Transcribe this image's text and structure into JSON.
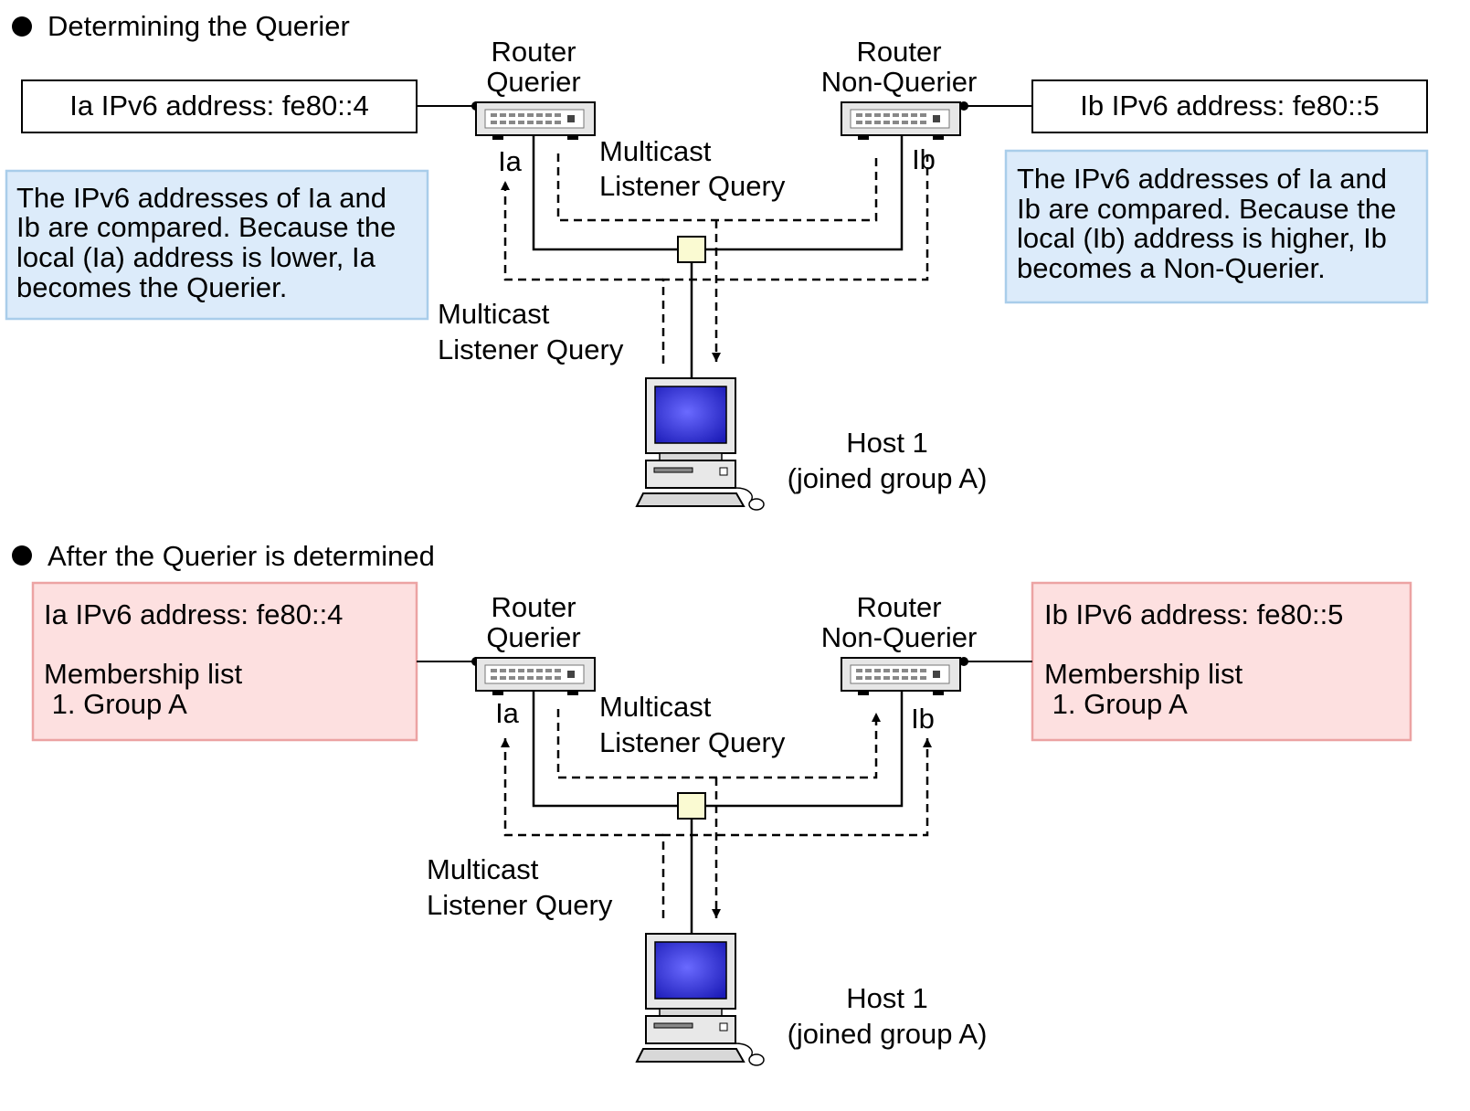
{
  "sections": [
    {
      "heading": "Determining the Querier",
      "router_a": {
        "line1": "Router",
        "line2": "Querier",
        "iface": "Ia"
      },
      "router_b": {
        "line1": "Router",
        "line2": "Non-Querier",
        "iface": "Ib"
      },
      "box_a": {
        "lines": [
          "Ia IPv6 address: fe80::4"
        ]
      },
      "box_b": {
        "lines": [
          "Ib IPv6 address: fe80::5"
        ]
      },
      "note_a": {
        "lines": [
          "The IPv6 addresses of Ia and",
          "Ib are compared. Because the",
          "local (Ia) address is lower, Ia",
          "becomes the Querier."
        ]
      },
      "note_b": {
        "lines": [
          "The IPv6 addresses of Ia and",
          "Ib are compared. Because the",
          "local (Ib) address is higher, Ib",
          "becomes a Non-Querier."
        ]
      },
      "query_label_top": [
        "Multicast",
        "Listener Query"
      ],
      "query_label_left": [
        "Multicast",
        "Listener Query"
      ],
      "host": {
        "line1": "Host 1",
        "line2": "(joined group A)"
      }
    },
    {
      "heading": "After the Querier is determined",
      "router_a": {
        "line1": "Router",
        "line2": "Querier",
        "iface": "Ia"
      },
      "router_b": {
        "line1": "Router",
        "line2": "Non-Querier",
        "iface": "Ib"
      },
      "box_a": {
        "lines": [
          "Ia IPv6 address: fe80::4",
          "",
          "Membership list",
          " 1. Group A"
        ]
      },
      "box_b": {
        "lines": [
          "Ib IPv6 address: fe80::5",
          "",
          "Membership list",
          " 1. Group A"
        ]
      },
      "query_label_top": [
        "Multicast",
        "Listener Query"
      ],
      "query_label_left": [
        "Multicast",
        "Listener Query"
      ],
      "host": {
        "line1": "Host 1",
        "line2": "(joined group A)"
      }
    }
  ],
  "colors": {
    "note_fill": "#dcebfa",
    "note_stroke": "#a9cdea",
    "membership_fill": "#fde0e0",
    "membership_stroke": "#eca3a3",
    "hub_fill": "#fafad2",
    "screen_fill": "#2c2cd4"
  }
}
